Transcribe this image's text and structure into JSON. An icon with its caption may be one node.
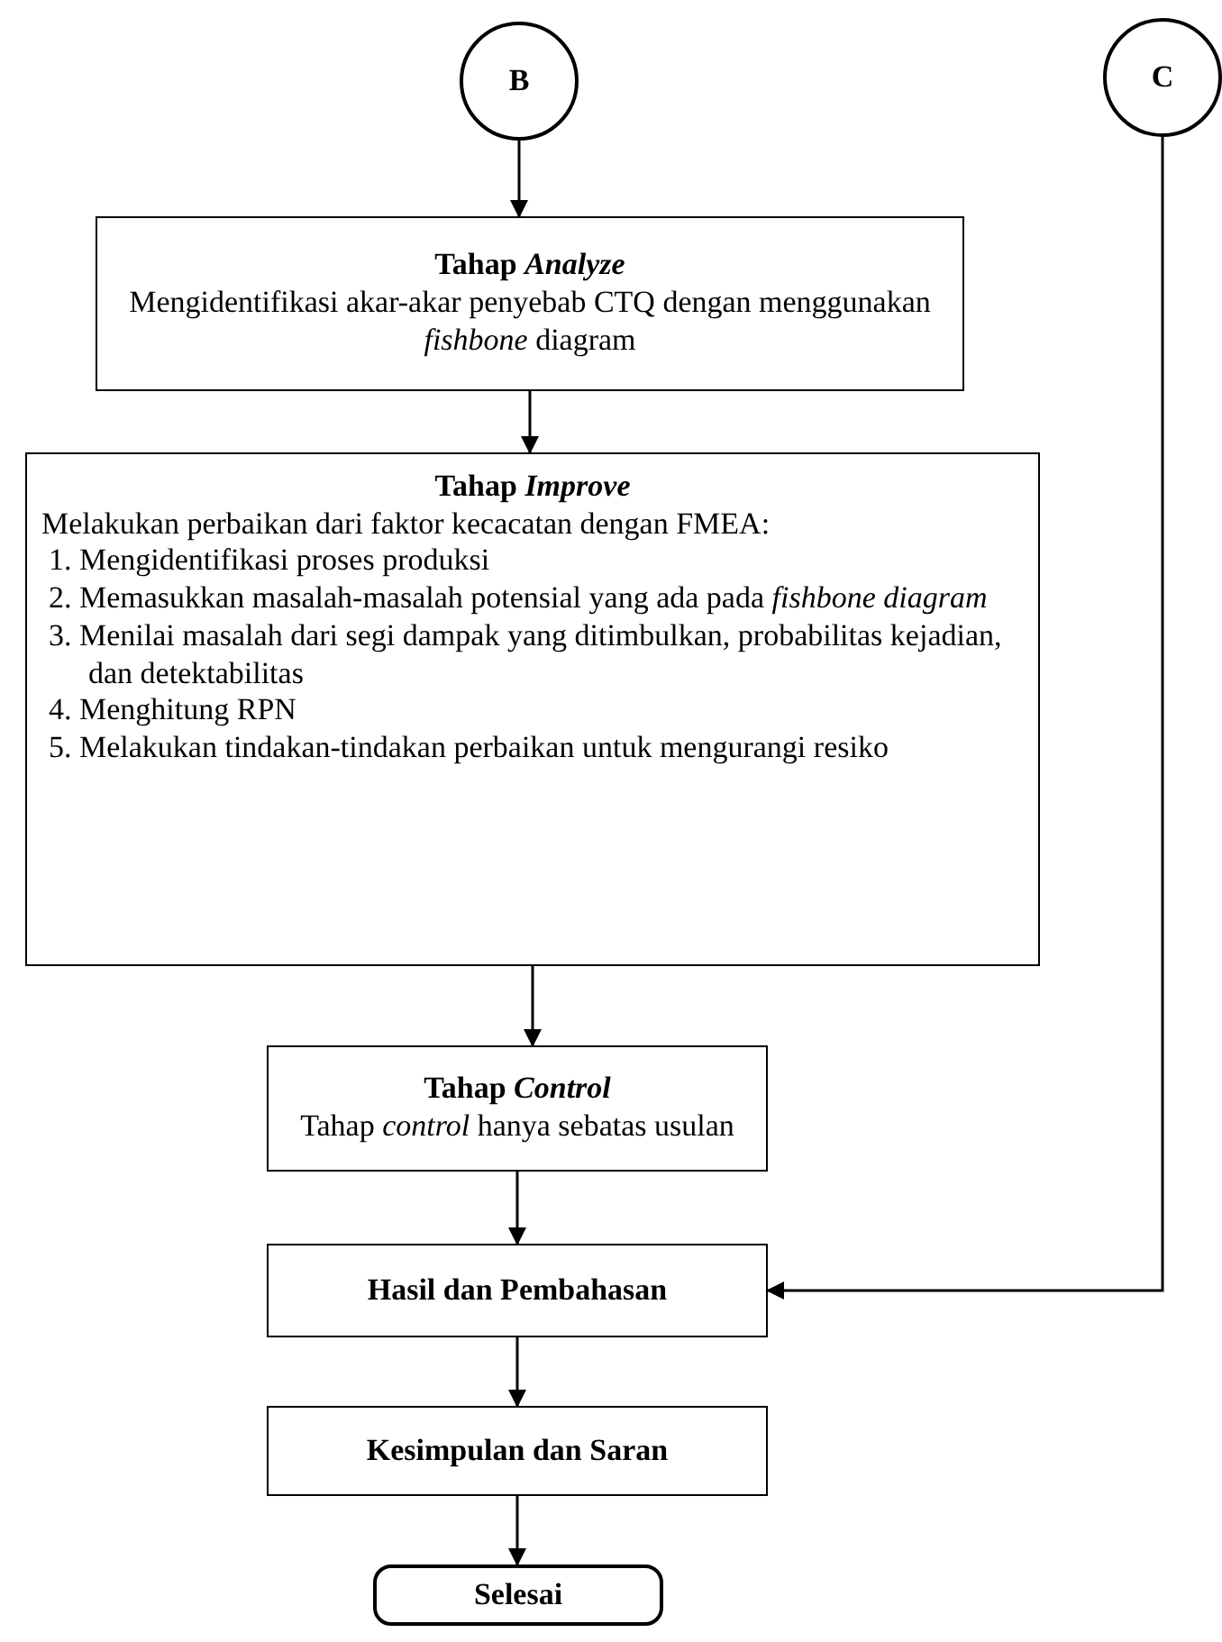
{
  "diagram": {
    "nodes": [
      {
        "text": [
          "B"
        ]
      },
      {
        "text": [
          "C"
        ]
      },
      {
        "text": [
          "Tahap *Analyze*",
          "Mengidentifikasi akar-akar penyebab CTQ dengan menggunakan *fishbone* diagram"
        ]
      },
      {
        "text": [
          "Tahap *Improve*",
          "Melakukan perbaikan dari faktor kecacatan dengan FMEA:",
          "1. Mengidentifikasi proses produksi",
          "2. Memasukkan masalah-masalah potensial yang ada pada *fishbone diagram*",
          "3. Menilai masalah dari segi dampak yang ditimbulkan, probabilitas kejadian, dan detektabilitas",
          "4. Menghitung RPN",
          "5. Melakukan tindakan-tindakan perbaikan untuk mengurangi resiko"
        ]
      },
      {
        "text": [
          "Tahap *Control*",
          "Tahap *control* hanya sebatas usulan"
        ]
      },
      {
        "text": [
          "Hasil dan Pembahasan"
        ]
      },
      {
        "text": [
          "Kesimpulan dan Saran"
        ]
      },
      {
        "text": [
          "Selesai"
        ]
      }
    ],
    "edges": [
      {
        "from": 0,
        "to": 2,
        "arrow": "to"
      },
      {
        "from": 2,
        "to": 3,
        "arrow": "to"
      },
      {
        "from": 3,
        "to": 4,
        "arrow": "to"
      },
      {
        "from": 4,
        "to": 5,
        "arrow": "to"
      },
      {
        "from": 1,
        "to": 5,
        "arrow": "to"
      },
      {
        "from": 5,
        "to": 6,
        "arrow": "to"
      },
      {
        "from": 6,
        "to": 7,
        "arrow": "to"
      }
    ]
  }
}
